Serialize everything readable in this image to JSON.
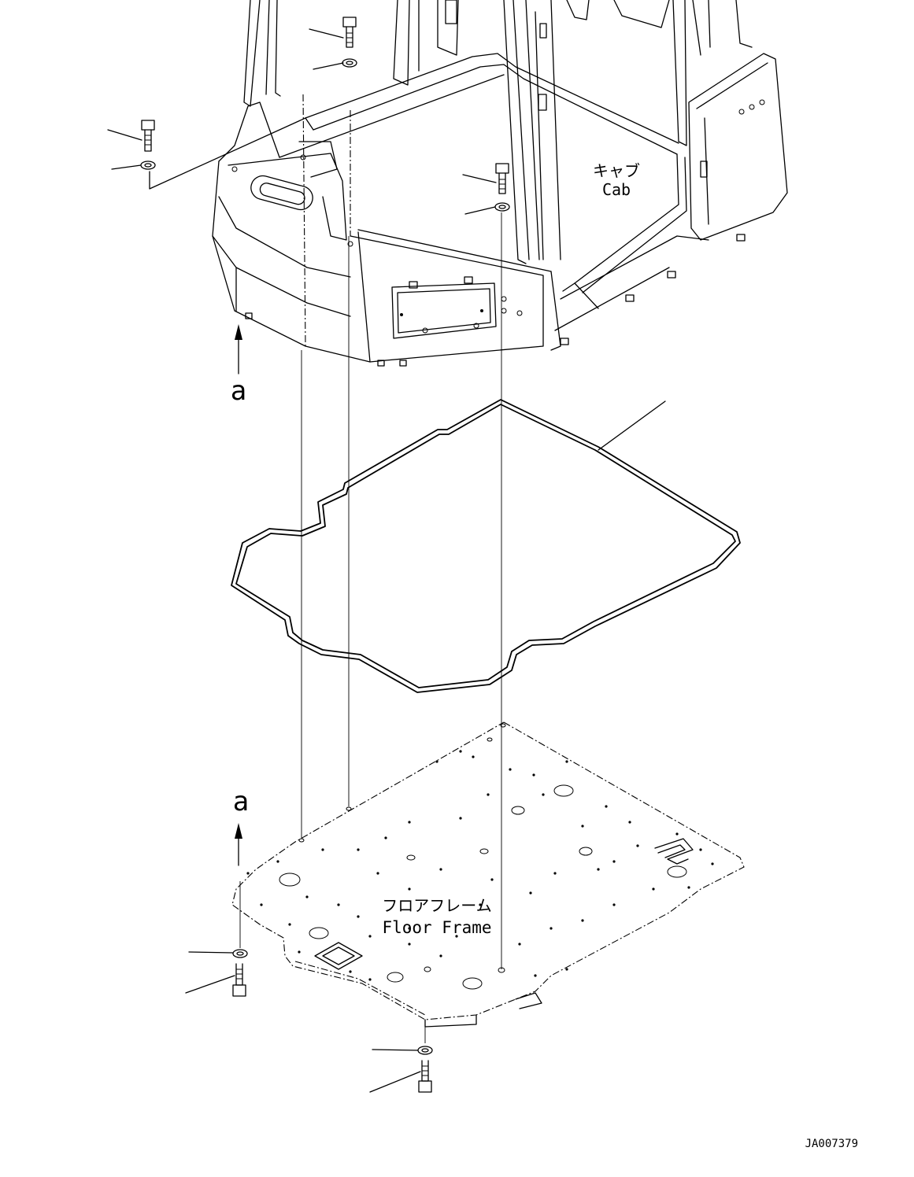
{
  "labels": {
    "cab_jp": "キャブ",
    "cab_en": "Cab",
    "floor_jp": "フロアフレーム",
    "floor_en": "Floor Frame",
    "view_top": "a",
    "view_bottom": "a",
    "drawing_no": "JA007379"
  },
  "parts": {
    "bolt_icon": "hex-bolt-icon",
    "washer_icon": "washer-icon",
    "seal_icon": "gasket-seal"
  }
}
